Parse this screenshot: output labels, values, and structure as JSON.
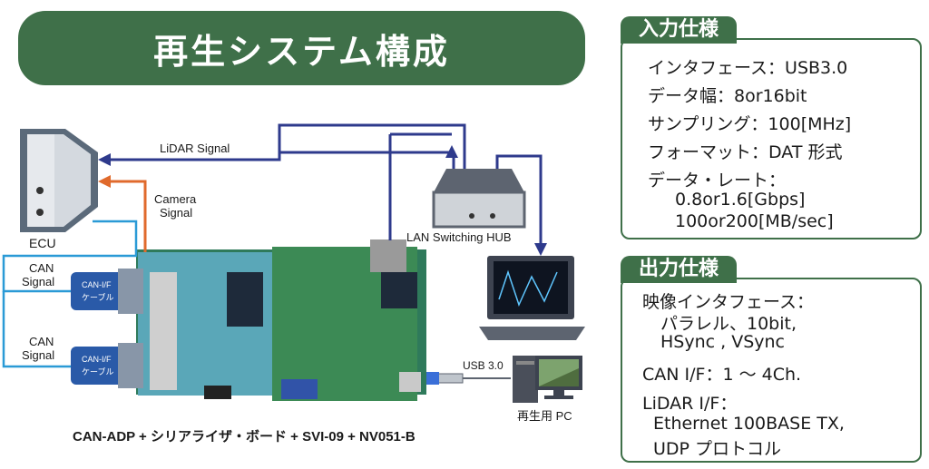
{
  "title": "再生システム構成",
  "diagram": {
    "ecu_label": "ECU",
    "lidar_signal": "LiDAR Signal",
    "camera_signal_line1": "Camera",
    "camera_signal_line2": "Signal",
    "can_signal_1_line1": "CAN",
    "can_signal_1_line2": "Signal",
    "can_signal_2_line1": "CAN",
    "can_signal_2_line2": "Signal",
    "cable_1_line1": "CAN-I/F",
    "cable_1_line2": "ケーブル",
    "cable_2_line1": "CAN-I/F",
    "cable_2_line2": "ケーブル",
    "hub_label": "LAN Switching HUB",
    "usb_label": "USB 3.0",
    "pc_label": "再生用 PC",
    "board_label": "CAN-ADP + シリアライザ・ボード + SVI-09 + NV051-B"
  },
  "input_spec": {
    "heading": "入力仕様",
    "lines": [
      "インタフェース：USB3.0",
      "データ幅：8or16bit",
      "サンプリング：100[MHz]",
      "フォーマット：DAT 形式",
      "データ・レート：",
      "0.8or1.6[Gbps]",
      "100or200[MB/sec]"
    ]
  },
  "output_spec": {
    "heading": "出力仕様",
    "lines": [
      "映像インタフェース：",
      "パラレル、10bit,",
      "HSync , VSync",
      "CAN I/F：1 ～ 4Ch.",
      "LiDAR I/F：",
      "Ethernet 100BASE TX,",
      "UDP プロトコル"
    ]
  },
  "colors": {
    "accent_green": "#3f7049",
    "lidar_line": "#2e3a8c",
    "camera_line": "#e06a2c",
    "can_line": "#2a9ad6"
  }
}
